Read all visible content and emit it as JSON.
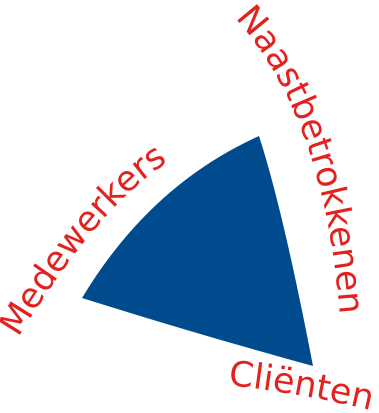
{
  "diagram": {
    "shape_color": "#004b8d",
    "label_color": "#e3221f",
    "labels": {
      "left": "Medewerkers",
      "right": "Naastbetrokkenen",
      "bottom": "Cliënten"
    }
  }
}
